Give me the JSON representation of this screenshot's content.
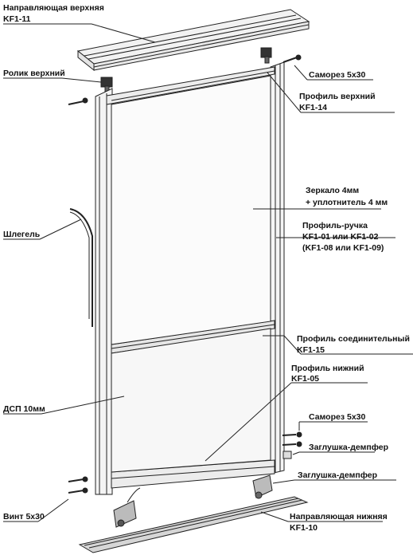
{
  "labels": {
    "top_rail_title": "Направляющая верхняя",
    "top_rail_code": "KF1-11",
    "top_roller": "Ролик верхний",
    "screw_top": "Саморез 5x30",
    "top_profile_title": "Профиль верхний",
    "top_profile_code": "KF1-14",
    "mirror_line1": "Зеркало 4мм",
    "mirror_line2": "+ уплотнитель 4 мм",
    "brush_seal": "Шлегель",
    "handle_title": "Профиль-ручка",
    "handle_codes1": "KF1-01 или KF1-02",
    "handle_codes2": "(KF1-08 или KF1-09)",
    "connector_title": "Профиль соединительный",
    "connector_code": "KF1-15",
    "bottom_profile_title": "Профиль нижний",
    "bottom_profile_code": "KF1-05",
    "chipboard": "ДСП 10мм",
    "screw_bottom": "Саморез 5x30",
    "damper_plug_1": "Заглушка-демпфер",
    "damper_plug_2": "Заглушка-демпфер",
    "bolt": "Винт 5x30",
    "bottom_rail_title": "Направляющая нижняя",
    "bottom_rail_code": "KF1-10"
  }
}
